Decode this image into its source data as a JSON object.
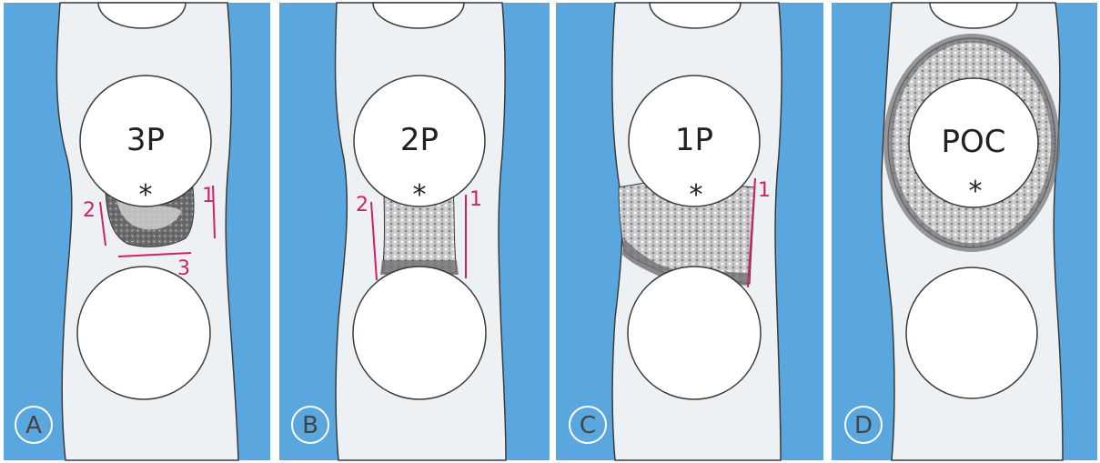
{
  "colors": {
    "background": "#ffffff",
    "gingiva_blue": "#5aa6de",
    "bone_fill": "#eef1f3",
    "tooth_fill": "#ffffff",
    "outline": "#3c3c3c",
    "defect_dark": "#6f6f72",
    "defect_light": "#c9c9cb",
    "wall_marker": "#d0206a"
  },
  "icons": {
    "star": "asterisk-icon"
  },
  "panels": [
    {
      "letter": "A",
      "tooth_label": "3P",
      "star": "*",
      "walls": [
        "1",
        "2",
        "3"
      ]
    },
    {
      "letter": "B",
      "tooth_label": "2P",
      "star": "*",
      "walls": [
        "1",
        "2"
      ]
    },
    {
      "letter": "C",
      "tooth_label": "1P",
      "star": "*",
      "walls": [
        "1"
      ]
    },
    {
      "letter": "D",
      "tooth_label": "POC",
      "star": "*",
      "walls": []
    }
  ]
}
